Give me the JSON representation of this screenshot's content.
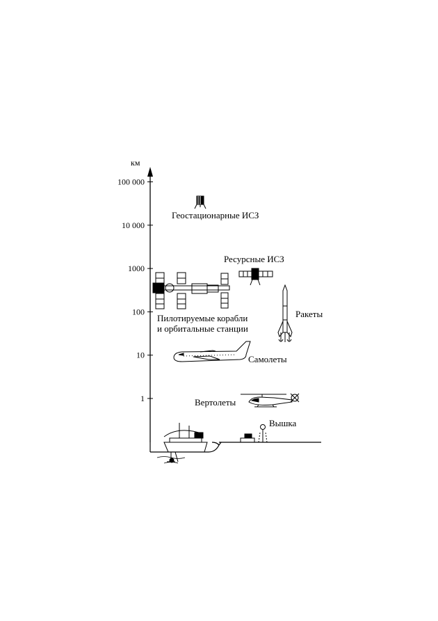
{
  "axis": {
    "unit": "км",
    "ticks": [
      {
        "value": 100000,
        "label": "100 000"
      },
      {
        "value": 10000,
        "label": "10 000"
      },
      {
        "value": 1000,
        "label": "1000"
      },
      {
        "value": 100,
        "label": "100"
      },
      {
        "value": 10,
        "label": "10"
      },
      {
        "value": 1,
        "label": "1"
      }
    ]
  },
  "platforms": {
    "geostationary": "Геостационарные ИСЗ",
    "resource_sat": "Ресурсные ИСЗ",
    "crewed_line1": "Пилотируемые корабли",
    "crewed_line2": "и орбитальные станции",
    "rockets": "Ракеты",
    "airplanes": "Самолеты",
    "helicopters": "Вертолеты",
    "tower": "Вышка"
  }
}
